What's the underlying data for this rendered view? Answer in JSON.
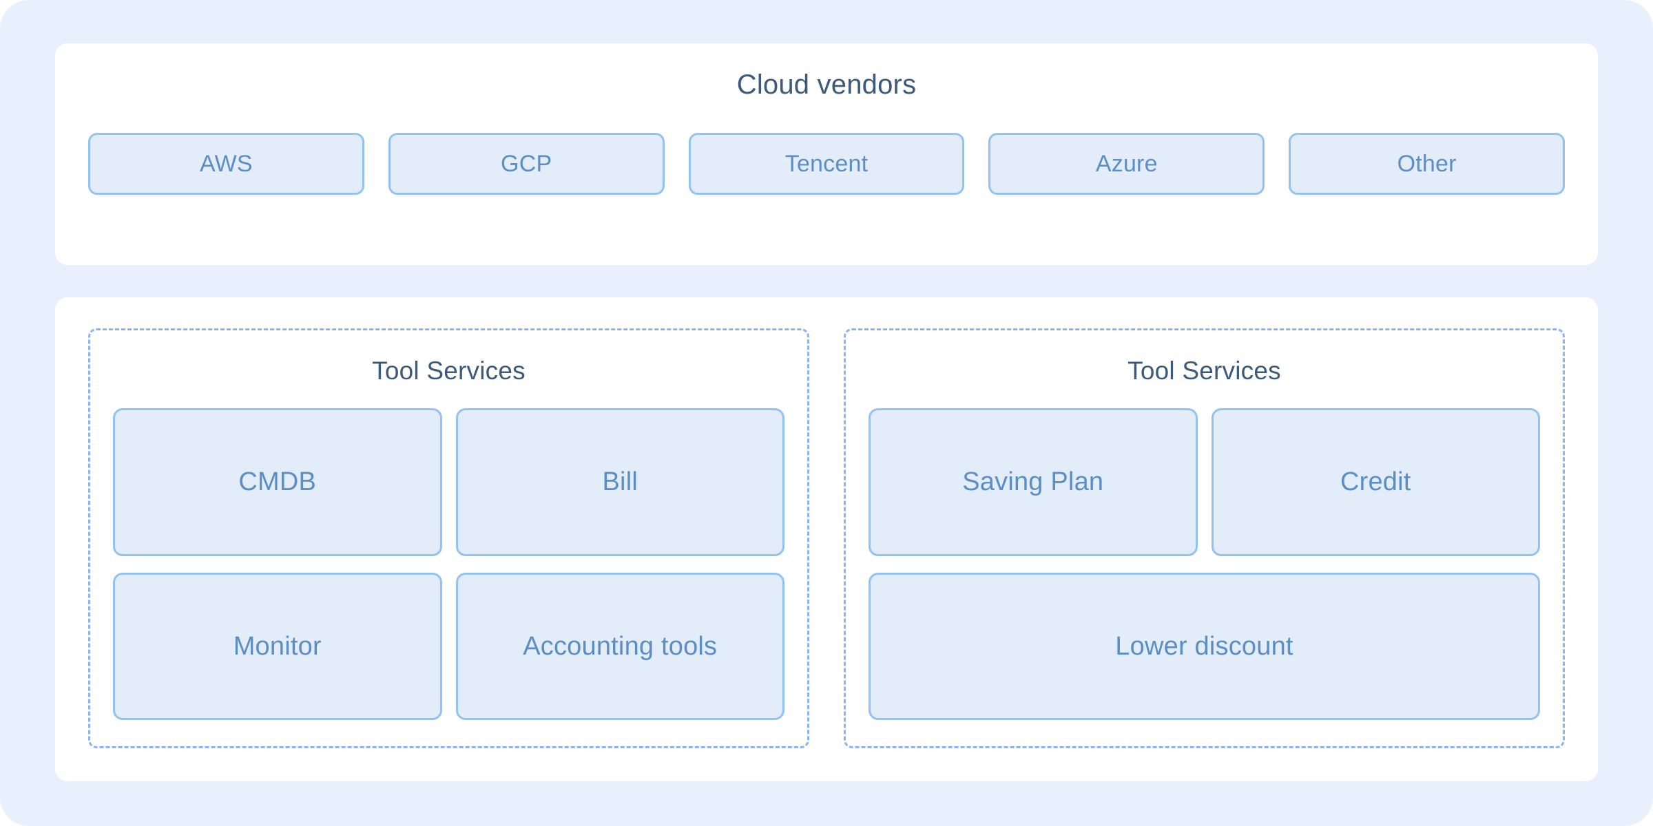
{
  "colors": {
    "page_background": "#e8f0fd",
    "card_background": "#ffffff",
    "box_fill": "#e3edfa",
    "box_border": "#92c2f2",
    "dashed_border": "#8ab4f6",
    "heading_text": "#3c5a7a",
    "box_text": "#5b8ec4"
  },
  "vendors_section": {
    "title": "Cloud vendors",
    "vendors": [
      {
        "label": "AWS"
      },
      {
        "label": "GCP"
      },
      {
        "label": "Tencent"
      },
      {
        "label": "Azure"
      },
      {
        "label": "Other"
      }
    ]
  },
  "services_section": {
    "panels": [
      {
        "title": "Tool Services",
        "rows": [
          [
            {
              "label": "CMDB",
              "wide": false
            },
            {
              "label": "Bill",
              "wide": false
            }
          ],
          [
            {
              "label": "Monitor",
              "wide": false
            },
            {
              "label": "Accounting tools",
              "wide": false
            }
          ]
        ]
      },
      {
        "title": "Tool Services",
        "rows": [
          [
            {
              "label": "Saving Plan",
              "wide": false
            },
            {
              "label": "Credit",
              "wide": false
            }
          ],
          [
            {
              "label": "Lower discount",
              "wide": true
            }
          ]
        ]
      }
    ]
  }
}
